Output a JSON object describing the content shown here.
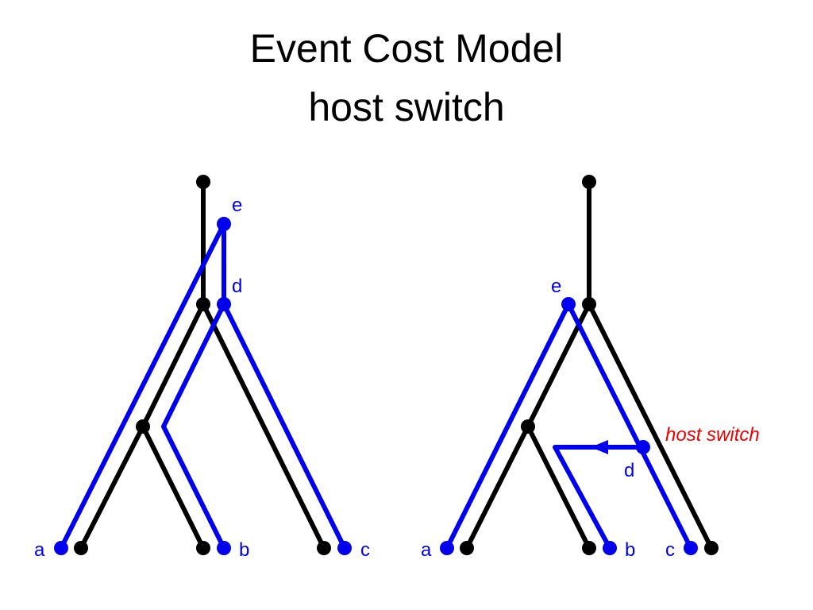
{
  "slide": {
    "title_line1": "Event Cost Model",
    "title_line2": "host switch"
  },
  "colors": {
    "host_tree": "#000000",
    "parasite_tree": "#0000ee",
    "annotation": "#ee0000"
  },
  "left_diagram": {
    "labels": {
      "a": "a",
      "b": "b",
      "c": "c",
      "d": "d",
      "e": "e"
    }
  },
  "right_diagram": {
    "labels": {
      "a": "a",
      "b": "b",
      "c": "c",
      "d": "d",
      "e": "e"
    },
    "annotation": "host switch"
  }
}
